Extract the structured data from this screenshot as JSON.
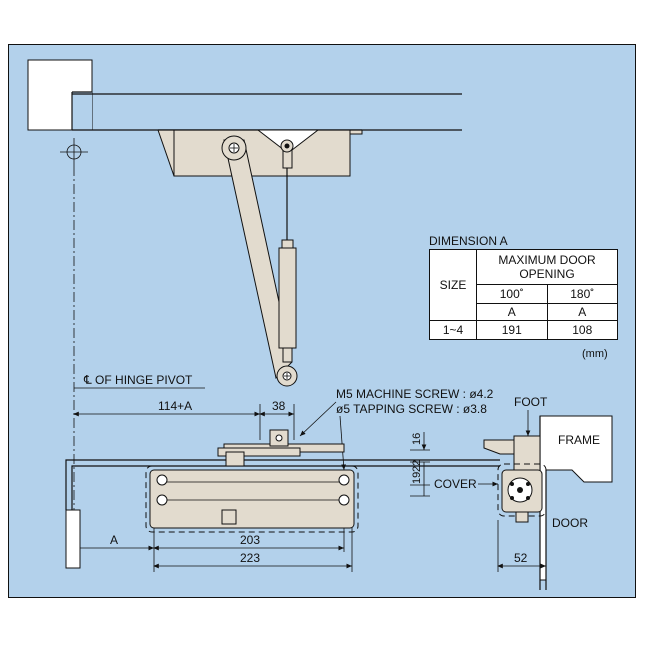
{
  "labels": {
    "hinge_pivot": "℄ OF HINGE PIVOT",
    "dim_114a": "114+A",
    "dim_38": "38",
    "screw_m5": "M5 MACHINE SCREW : ø4.2",
    "screw_tap": "ø5 TAPPING SCREW : ø3.8",
    "foot": "FOOT",
    "frame": "FRAME",
    "dim_16": "16",
    "dim_19": "19",
    "dim_22": "22",
    "cover": "COVER",
    "door": "DOOR",
    "dim_a": "A",
    "dim_203": "203",
    "dim_223": "223",
    "dim_52": "52"
  },
  "table": {
    "title": "DIMENSION A",
    "size_header": "SIZE",
    "max_header": "MAXIMUM DOOR OPENING",
    "col1_angle": "100˚",
    "col2_angle": "180˚",
    "col1_unit": "A",
    "col2_unit": "A",
    "row_size": "1~4",
    "row_v1": "191",
    "row_v2": "108",
    "unit_note": "(mm)"
  },
  "colors": {
    "background": "#b3d1eb",
    "metal": "#e2dbce",
    "line": "#111111"
  }
}
